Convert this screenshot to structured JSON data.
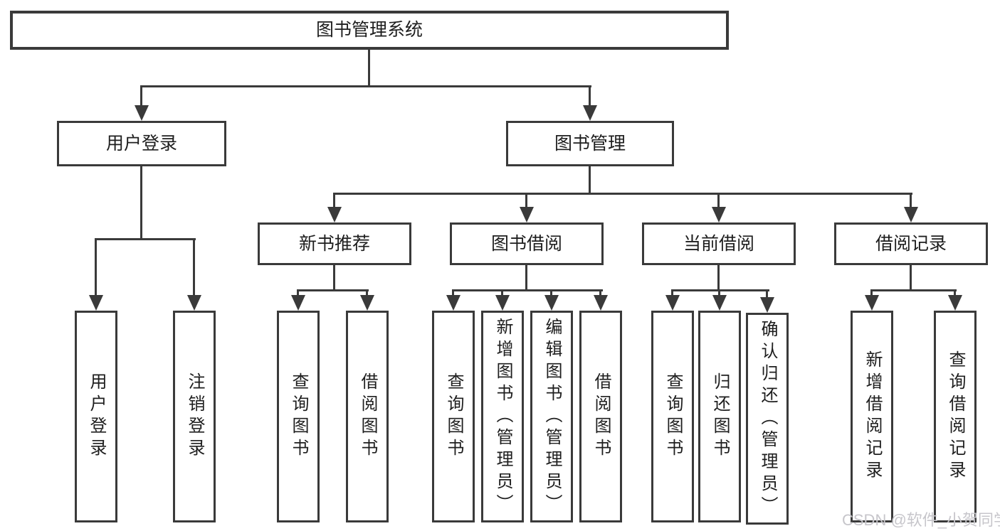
{
  "diagram": {
    "root": {
      "label": "图书管理系统",
      "children": [
        {
          "label": "用户登录",
          "children": [
            {
              "label": "用户登录"
            },
            {
              "label": "注销登录"
            }
          ]
        },
        {
          "label": "图书管理",
          "children": [
            {
              "label": "新书推荐",
              "children": [
                {
                  "label": "查询图书"
                },
                {
                  "label": "借阅图书"
                }
              ]
            },
            {
              "label": "图书借阅",
              "children": [
                {
                  "label": "查询图书"
                },
                {
                  "label": "新增图书（管理员）"
                },
                {
                  "label": "编辑图书（管理员）"
                },
                {
                  "label": "借阅图书"
                }
              ]
            },
            {
              "label": "当前借阅",
              "children": [
                {
                  "label": "查询图书"
                },
                {
                  "label": "归还图书"
                },
                {
                  "label": "确认归还（管理员）"
                }
              ]
            },
            {
              "label": "借阅记录",
              "children": [
                {
                  "label": "新增借阅记录"
                },
                {
                  "label": "查询借阅记录"
                }
              ]
            }
          ]
        }
      ]
    }
  },
  "watermark": {
    "text": "CSDN @软件_小贺同学"
  },
  "colors": {
    "box_border": "#3a3a3a",
    "connector_line": "#3a3a3a",
    "node_text": "#1e1e1e",
    "watermark_text": "#c7c6cb",
    "background": "#ffffff"
  }
}
